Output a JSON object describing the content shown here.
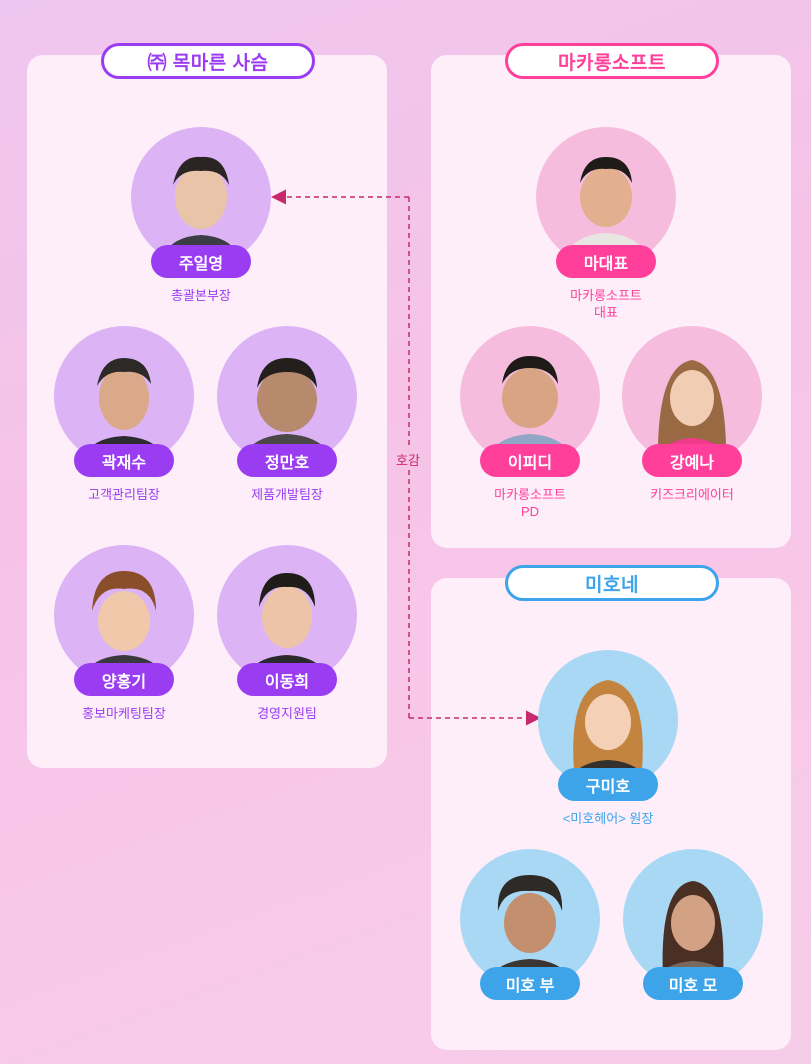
{
  "groups": {
    "mokmarun": {
      "title": "㈜ 목마른 사슴",
      "color": "#9a3df2"
    },
    "macaron": {
      "title": "마카롱소프트",
      "color": "#ff3f99"
    },
    "miho": {
      "title": "미호네",
      "color": "#3ea4ea"
    }
  },
  "characters": {
    "juilyoung": {
      "name": "주일영",
      "role": "총괄본부장"
    },
    "kwakjaesu": {
      "name": "곽재수",
      "role": "고객관리팀장"
    },
    "jeongmanho": {
      "name": "정만호",
      "role": "제품개발팀장"
    },
    "yanghonggi": {
      "name": "양홍기",
      "role": "홍보마케팅팀장"
    },
    "leedonghee": {
      "name": "이동희",
      "role": "경영지원팀"
    },
    "madaepyo": {
      "name": "마대표",
      "role": "마카롱소프트\n대표"
    },
    "ipidi": {
      "name": "이피디",
      "role": "마카롱소프트\nPD"
    },
    "kangyena": {
      "name": "강예나",
      "role": "키즈크리에이터"
    },
    "gumiho": {
      "name": "구미호",
      "role": "<미호헤어> 원장"
    },
    "mihobu": {
      "name": "미호 부",
      "role": ""
    },
    "mihomo": {
      "name": "미호 모",
      "role": ""
    }
  },
  "relation": {
    "label": "호감",
    "color": "#c8296d"
  }
}
